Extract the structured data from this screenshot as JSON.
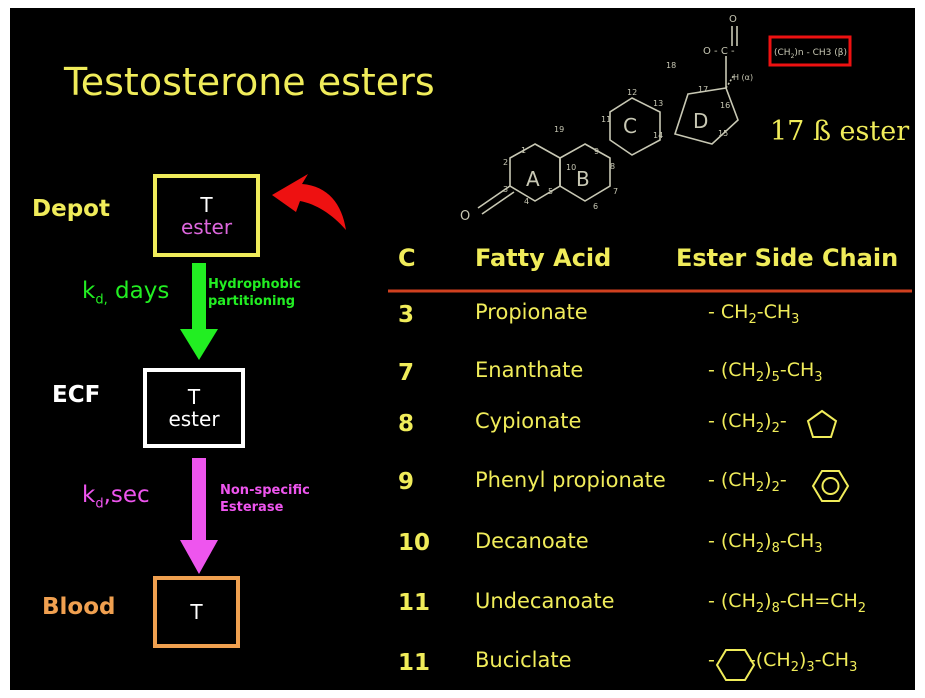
{
  "title": "Testosterone esters",
  "ester_position_label": "17 ß ester",
  "structure": {
    "rings": [
      "A",
      "B",
      "C",
      "D"
    ],
    "carbons": [
      "1",
      "2",
      "3",
      "4",
      "5",
      "6",
      "7",
      "8",
      "9",
      "10",
      "11",
      "12",
      "13",
      "14",
      "15",
      "16",
      "17",
      "18",
      "19"
    ],
    "substituent_O": "O",
    "ester_linkage": "O - C -",
    "carbonyl_O": "O",
    "side_chain_r": "(CH",
    "side_chain_n": "2",
    "side_chain_tail": ")n - CH3 (β)",
    "alpha_h": "H (α)"
  },
  "compartments": {
    "depot": {
      "label": "Depot",
      "line1": "T",
      "line2": "ester"
    },
    "ecf": {
      "label": "ECF",
      "line1": "T",
      "line2": "ester"
    },
    "blood": {
      "label": "Blood",
      "line1": "T"
    }
  },
  "transfers": [
    {
      "rate_k": "k",
      "rate_sub": "d,",
      "rate_unit": " days",
      "process_line1": "Hydrophobic",
      "process_line2": "partitioning",
      "color": "#22ee22"
    },
    {
      "rate_k": "k",
      "rate_sub": "d",
      "rate_unit": ",sec",
      "process_line1": "Non-specific",
      "process_line2": "Esterase",
      "color": "#ee55ee"
    }
  ],
  "colors": {
    "title": "#f0ec5a",
    "depot": "#f0ec5a",
    "ecf": "#ffffff",
    "blood": "#f0a050",
    "rule": "#d0401f",
    "return_arrow": "#ee1111",
    "highlight_box": "#ee1111",
    "structure": "#c8c8b4"
  },
  "table": {
    "headers": [
      "C",
      "Fatty Acid",
      "Ester Side Chain"
    ],
    "rows": [
      {
        "c": "3",
        "acid": "Propionate",
        "chain": [
          [
            "- CH",
            ""
          ],
          [
            "2",
            ""
          ],
          [
            "-CH",
            ""
          ],
          [
            "3",
            ""
          ]
        ],
        "chain_text": "- CH2-CH3"
      },
      {
        "c": "7",
        "acid": "Enanthate",
        "chain_text": "- (CH2)5-CH3"
      },
      {
        "c": "8",
        "acid": "Cypionate",
        "chain_text": "- (CH2)2-"
      },
      {
        "c": "9",
        "acid": "Phenyl propionate",
        "chain_text": "- (CH2)2-"
      },
      {
        "c": "10",
        "acid": "Decanoate",
        "chain_text": "- (CH2)8-CH3"
      },
      {
        "c": "11",
        "acid": "Undecanoate",
        "chain_text": "- (CH2)8-CH=CH2"
      },
      {
        "c": "11",
        "acid": "Buciclate",
        "chain_text": "-(CH2)3-CH3"
      }
    ],
    "chain_parts": [
      {
        "a": "- CH",
        "s1": "2",
        "b": "-CH",
        "s2": "3",
        "c": ""
      },
      {
        "a": "- (CH",
        "s1": "2",
        "b": ")",
        "s2": "5",
        "c": "-CH",
        "s3": "3"
      },
      {
        "a": "- (CH",
        "s1": "2",
        "b": ")",
        "s2": "2",
        "c": "-"
      },
      {
        "a": "- (CH",
        "s1": "2",
        "b": ")",
        "s2": "2",
        "c": "-"
      },
      {
        "a": "- (CH",
        "s1": "2",
        "b": ")",
        "s2": "8",
        "c": "-CH",
        "s3": "3"
      },
      {
        "a": "- (CH",
        "s1": "2",
        "b": ")",
        "s2": "8",
        "c": "-CH=CH",
        "s3": "2"
      },
      {
        "a": "-",
        "b": "-(CH",
        "s1": "2",
        "c": ")",
        "s2": "3",
        "d": "-CH",
        "s3": "3"
      }
    ]
  }
}
